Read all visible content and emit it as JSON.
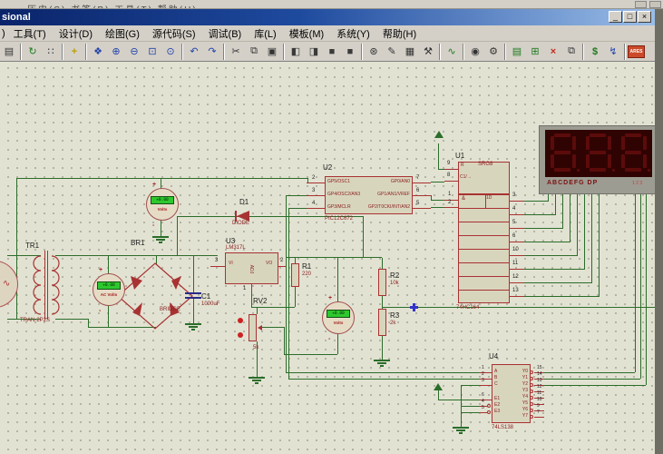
{
  "chrome": {
    "background_menu": "历史(S)    书签(B)    工具(T)    帮助(H)",
    "title": "sional",
    "window_controls": {
      "minimize": "_",
      "maximize": "□",
      "close": "×"
    },
    "menu_items": [
      ")",
      "工具(T)",
      "设计(D)",
      "绘图(G)",
      "源代码(S)",
      "调试(B)",
      "库(L)",
      "模板(M)",
      "系统(Y)",
      "帮助(H)"
    ]
  },
  "toolbar": {
    "icons": [
      {
        "name": "new-document",
        "glyph": "▤"
      },
      {
        "name": "refresh",
        "glyph": "↻"
      },
      {
        "name": "grid-toggle",
        "glyph": "∷"
      },
      {
        "name": "origin",
        "glyph": "+"
      },
      {
        "name": "pan",
        "glyph": "❖"
      },
      {
        "name": "zoom-in",
        "glyph": "⊕"
      },
      {
        "name": "zoom-out",
        "glyph": "⊖"
      },
      {
        "name": "zoom-area",
        "glyph": "⊡"
      },
      {
        "name": "zoom-all",
        "glyph": "⊙"
      },
      {
        "name": "undo",
        "glyph": "↶"
      },
      {
        "name": "redo",
        "glyph": "↷"
      },
      {
        "name": "cut",
        "glyph": "✂"
      },
      {
        "name": "copy",
        "glyph": "⧉"
      },
      {
        "name": "paste",
        "glyph": "▣"
      },
      {
        "name": "block-copy",
        "glyph": "◧"
      },
      {
        "name": "block-move",
        "glyph": "◨"
      },
      {
        "name": "block-rotate",
        "glyph": "■"
      },
      {
        "name": "block-delete",
        "glyph": "■"
      },
      {
        "name": "edit-properties",
        "glyph": "⊛"
      },
      {
        "name": "edit-component",
        "glyph": "✎"
      },
      {
        "name": "pick-device",
        "glyph": "▦"
      },
      {
        "name": "make-device",
        "glyph": "⚒"
      },
      {
        "name": "wire-autorouter",
        "glyph": "∿"
      },
      {
        "name": "search-component",
        "glyph": "◉"
      },
      {
        "name": "property-assignment",
        "glyph": "⚙"
      },
      {
        "name": "design-explorer",
        "glyph": "▤"
      },
      {
        "name": "new-sheet",
        "glyph": "⊞"
      },
      {
        "name": "remove-sheet",
        "glyph": "×"
      },
      {
        "name": "goto-sheet",
        "glyph": "⧉"
      },
      {
        "name": "bill-of-materials",
        "glyph": "$"
      },
      {
        "name": "electrical-check",
        "glyph": "↯"
      },
      {
        "name": "netlist-to-ares",
        "glyph": "ARES"
      }
    ]
  },
  "schematic": {
    "tr1": {
      "ref": "TR1",
      "value": "TRAN-2P2S"
    },
    "br1": {
      "ref": "BR1",
      "value": "BRIDGE"
    },
    "d1": {
      "ref": "D1",
      "value": "DIODE"
    },
    "c1": {
      "ref": "C1",
      "value": "1000uF"
    },
    "r1": {
      "ref": "R1",
      "value": "220"
    },
    "r2": {
      "ref": "R2",
      "value": "10k"
    },
    "r3": {
      "ref": "R3",
      "value": "2k"
    },
    "rv2": {
      "ref": "RV2",
      "value": "5k"
    },
    "u3": {
      "ref": "U3",
      "value": "LM317L",
      "pins": {
        "vi": "VI",
        "vo": "VO",
        "adj": "ADJ",
        "n_vi": "3",
        "n_vo": "2",
        "n_adj": "1"
      }
    },
    "u2": {
      "ref": "U2",
      "value": "PIC12C672",
      "left": [
        {
          "n": "2",
          "name": "GP5/OSC1"
        },
        {
          "n": "3",
          "name": "GP4/OSC2/AN3"
        },
        {
          "n": "4",
          "name": "GP3/MCLR"
        }
      ],
      "right": [
        {
          "n": "7",
          "name": "GP0/AN0"
        },
        {
          "n": "6",
          "name": "GP1/AN1/VREF"
        },
        {
          "n": "5",
          "name": "GP2/T0CKI/INT/AN2"
        }
      ]
    },
    "u1": {
      "ref": "U1",
      "value": "74HC164",
      "symbol": "SRG8",
      "r": "R",
      "clk": "C1/→",
      "amp": "&",
      "d": "1D",
      "left_nums": [
        "9",
        "8",
        "1",
        "2"
      ],
      "out_nums": [
        "3",
        "4",
        "5",
        "6",
        "10",
        "11",
        "12",
        "13"
      ]
    },
    "u4": {
      "ref": "U4",
      "value": "74LS138",
      "left": [
        {
          "n": "1",
          "name": "A"
        },
        {
          "n": "2",
          "name": "B"
        },
        {
          "n": "3",
          "name": "C"
        },
        {
          "n": "6",
          "name": "E1"
        },
        {
          "n": "4",
          "name": "E2"
        },
        {
          "n": "5",
          "name": "E3"
        }
      ],
      "right": [
        {
          "n": "15",
          "name": "Y0"
        },
        {
          "n": "14",
          "name": "Y1"
        },
        {
          "n": "13",
          "name": "Y2"
        },
        {
          "n": "12",
          "name": "Y3"
        },
        {
          "n": "11",
          "name": "Y4"
        },
        {
          "n": "10",
          "name": "Y5"
        },
        {
          "n": "9",
          "name": "Y6"
        },
        {
          "n": "7",
          "name": "Y7"
        }
      ]
    },
    "display": {
      "segments": "ABCDEFG  DP",
      "digits": "1 2 3"
    },
    "meters": {
      "ac": {
        "reading": "+0.00",
        "label": "AC Volts",
        "plus": "+",
        "minus": "-"
      },
      "dc1": {
        "reading": "+0.00",
        "label": "Volts",
        "plus": "+",
        "minus": "-"
      },
      "dc2": {
        "reading": "+0.00",
        "label": "Volts",
        "plus": "+",
        "minus": "-"
      }
    }
  }
}
